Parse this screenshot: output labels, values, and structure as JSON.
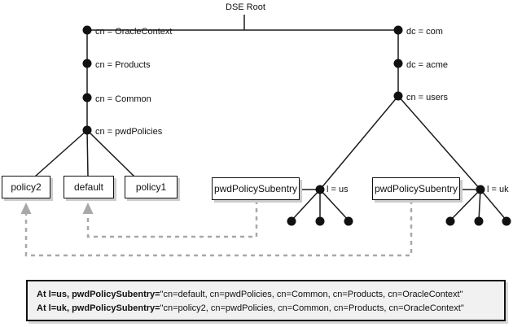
{
  "colors": {
    "line": "#1a1a1a",
    "dashed_line": "#a8a8a8",
    "box_shadow": "#cccccc",
    "note_background": "#f1f1f1"
  },
  "tree": {
    "root_label": "DSE Root",
    "left_nodes": [
      {
        "label": "cn = OracleContext"
      },
      {
        "label": "cn = Products"
      },
      {
        "label": "cn = Common"
      },
      {
        "label": "cn = pwdPolicies"
      }
    ],
    "right_nodes": [
      {
        "label": "dc = com"
      },
      {
        "label": "dc = acme"
      },
      {
        "label": "cn = users"
      }
    ],
    "policy_boxes": [
      {
        "label": "policy2"
      },
      {
        "label": "default"
      },
      {
        "label": "policy1"
      }
    ],
    "subentry_boxes": [
      {
        "label": "pwdPolicySubentry",
        "location_label": "l = us"
      },
      {
        "label": "pwdPolicySubentry",
        "location_label": "l = uk"
      }
    ]
  },
  "note": {
    "lines": [
      {
        "bold": "At l=us, pwdPolicySubentry=",
        "rest": "\"cn=default, cn=pwdPolicies, cn=Common, cn=Products, cn=OracleContext\""
      },
      {
        "bold": "At l=uk, pwdPolicySubentry=",
        "rest": "\"cn=policy2, cn=pwdPolicies, cn=Common, cn=Products, cn=OracleContext\""
      }
    ]
  }
}
